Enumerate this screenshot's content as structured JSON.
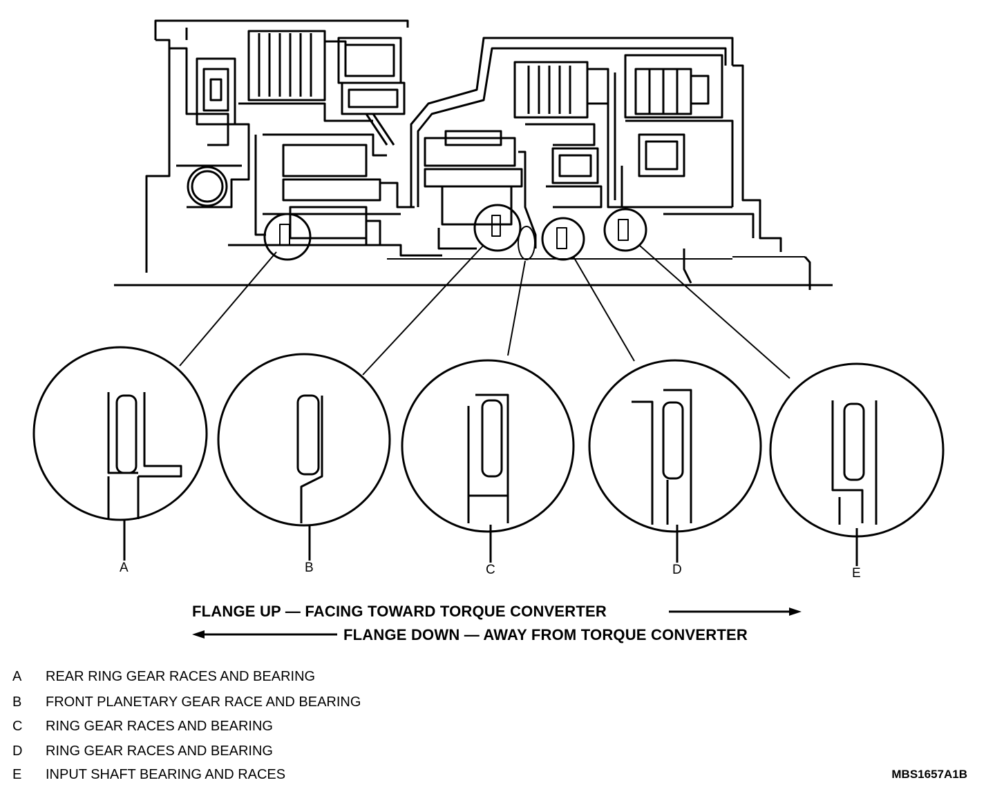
{
  "callouts": [
    {
      "letter": "A"
    },
    {
      "letter": "B"
    },
    {
      "letter": "C"
    },
    {
      "letter": "D"
    },
    {
      "letter": "E"
    }
  ],
  "flange": {
    "up": "FLANGE UP — FACING TOWARD TORQUE CONVERTER",
    "down": "FLANGE DOWN — AWAY FROM TORQUE CONVERTER"
  },
  "legend": [
    {
      "key": "A",
      "text": "REAR RING GEAR RACES AND BEARING"
    },
    {
      "key": "B",
      "text": "FRONT PLANETARY GEAR RACE AND BEARING"
    },
    {
      "key": "C",
      "text": "RING GEAR RACES AND BEARING"
    },
    {
      "key": "D",
      "text": "RING GEAR RACES AND BEARING"
    },
    {
      "key": "E",
      "text": "INPUT SHAFT BEARING AND RACES"
    }
  ],
  "figure_code": "MBS1657A1B"
}
